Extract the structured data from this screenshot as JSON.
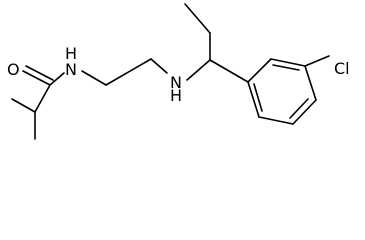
{
  "molecule": {
    "atom_labels": {
      "oxygen": "O",
      "amide_nitrogen": "N",
      "amide_hydrogen": "H",
      "amine_nitrogen": "N",
      "amine_hydrogen": "H",
      "chlorine": "Cl"
    },
    "line_color": "#000000",
    "background_color": "#ffffff"
  }
}
